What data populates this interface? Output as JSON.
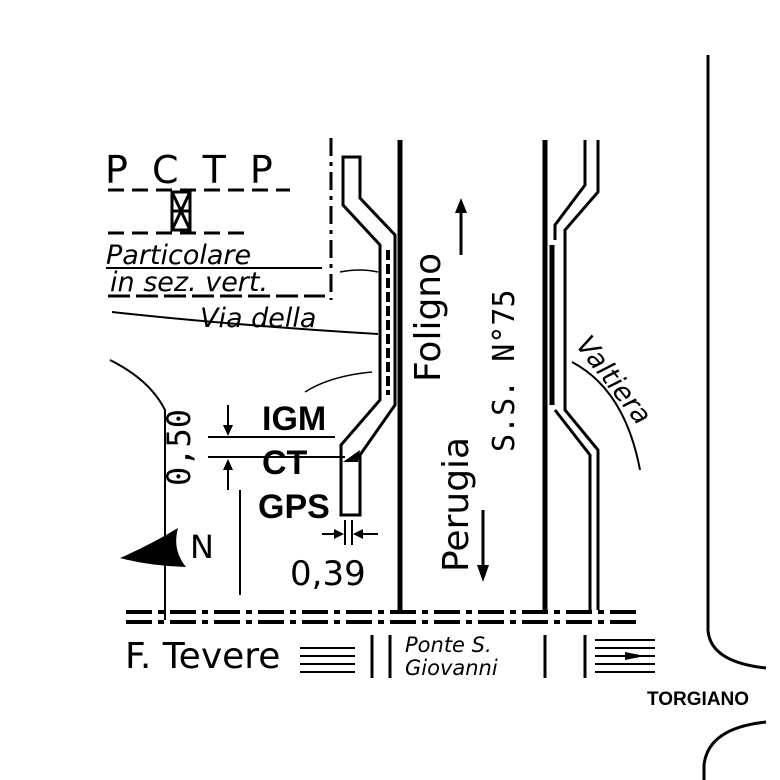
{
  "legend": {
    "pct_top": "P C T P",
    "particolare_line1": "Particolare",
    "particolare_line2": "in sez. vert."
  },
  "labels": {
    "via_della": "Via della",
    "foligno": "Foligno",
    "perugia": "Perugia",
    "ss75": "S.S. N°75",
    "valtiera": "Valtiera",
    "igm": "IGM",
    "ct": "CT",
    "gps": "GPS",
    "offset_vertical": "0,50",
    "offset_horizontal": "0,39",
    "north": "N",
    "tevere": "F. Tevere",
    "ponte_line1": "Ponte S.",
    "ponte_line2": "Giovanni",
    "torgiano": "TORGIANO"
  },
  "colors": {
    "ink": "#000000",
    "paper": "#ffffff"
  }
}
